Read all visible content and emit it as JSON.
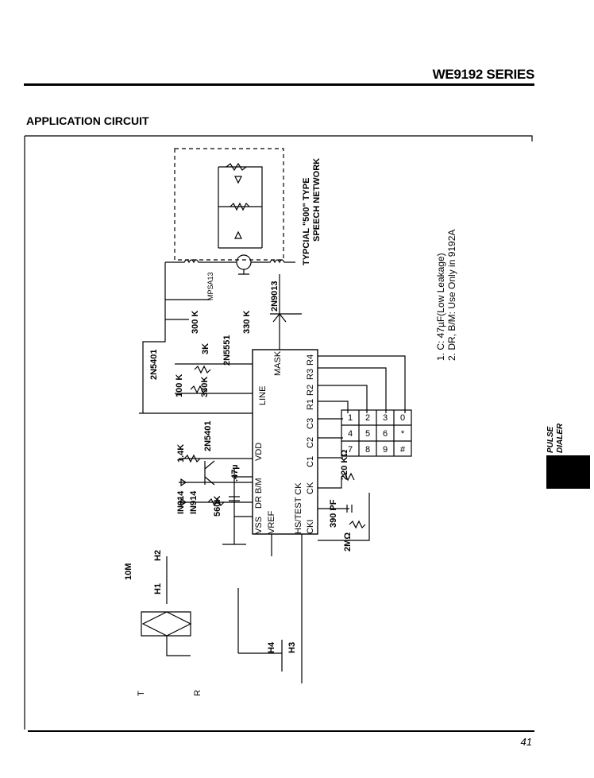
{
  "header": {
    "series_title": "WE9192 SERIES"
  },
  "section": {
    "heading": "APPLICATION CIRCUIT"
  },
  "side_tab": {
    "line1": "PULSE",
    "line2": "DIALER"
  },
  "notes": {
    "note1": "1. C: 47µF(Low Leakage)",
    "note2": "2. DR, B/M: Use Only in 9192A"
  },
  "network": {
    "line1": "TYPCIAL \"500\" TYPE",
    "line2": "SPEECH NETWORK"
  },
  "components": {
    "q_mpsa13": "MPSA13",
    "q_2n9013": "2N9013",
    "r_300k": "300 K",
    "r_330k_top": "330 K",
    "r_3k": "3K",
    "q_2n5551": "2N5551",
    "q_2n5401_a": "2N5401",
    "r_100k": "100 K",
    "r_330k": "330K",
    "r_1_4k": "1.4K",
    "q_2n5401_b": "2N5401",
    "d_in914_a": "IN914",
    "d_in914_b": "IN914",
    "r_560k": "560K",
    "c_47": ".47µ",
    "r_10m": "10M",
    "sw_h1": "H1",
    "sw_h2": "H2",
    "sw_h3": "H3",
    "sw_h4": "H4",
    "term_t": "T",
    "term_r": "R",
    "r_220k": "220 KΩ",
    "c_390pf": "390 PF",
    "r_2m": "2MΩ"
  },
  "ic_pins": {
    "mask": "MASK",
    "r4": "R4",
    "r3": "R3",
    "r2": "R2",
    "r1": "R1",
    "line": "LINE",
    "c3": "C3",
    "c2": "C2",
    "c1": "C1",
    "vdd": "VDD",
    "drbm": "DR B/M",
    "ck": "CK",
    "hs_test": "HS/TEST CK",
    "vss": "VSS",
    "vref": "VREF",
    "cki": "CKI"
  },
  "keypad": {
    "keys": [
      "1",
      "2",
      "3",
      "4",
      "5",
      "6",
      "7",
      "8",
      "9",
      "0",
      "*",
      "#"
    ]
  },
  "footer": {
    "page_number": "41"
  }
}
